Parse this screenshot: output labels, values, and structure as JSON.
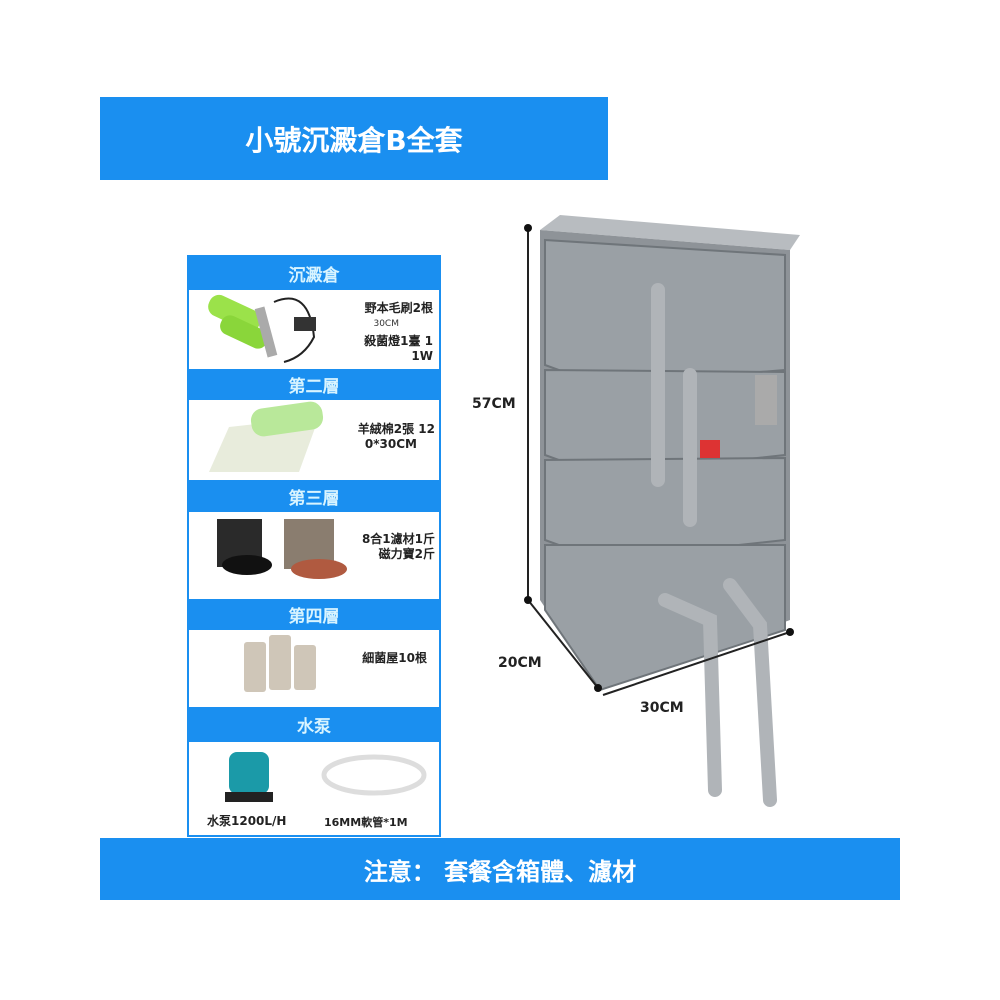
{
  "title": "小號沉澱倉B全套",
  "sections": [
    {
      "header": "沉澱倉",
      "lines": [
        "野本毛刷2根",
        "30CM",
        "殺菌燈1臺 1",
        "1W"
      ]
    },
    {
      "header": "第二層",
      "lines": [
        "羊絨棉2張 12",
        "0*30CM"
      ]
    },
    {
      "header": "第三層",
      "lines": [
        "8合1濾材1斤",
        "磁力寶2斤"
      ]
    },
    {
      "header": "第四層",
      "lines": [
        "細菌屋10根"
      ]
    },
    {
      "header": "水泵",
      "lines": [
        "水泵1200L/H",
        "16MM軟管*1M"
      ]
    }
  ],
  "dimensions": {
    "height": "57CM",
    "depth": "20CM",
    "width": "30CM"
  },
  "note": "注意： 套餐含箱體、濾材"
}
